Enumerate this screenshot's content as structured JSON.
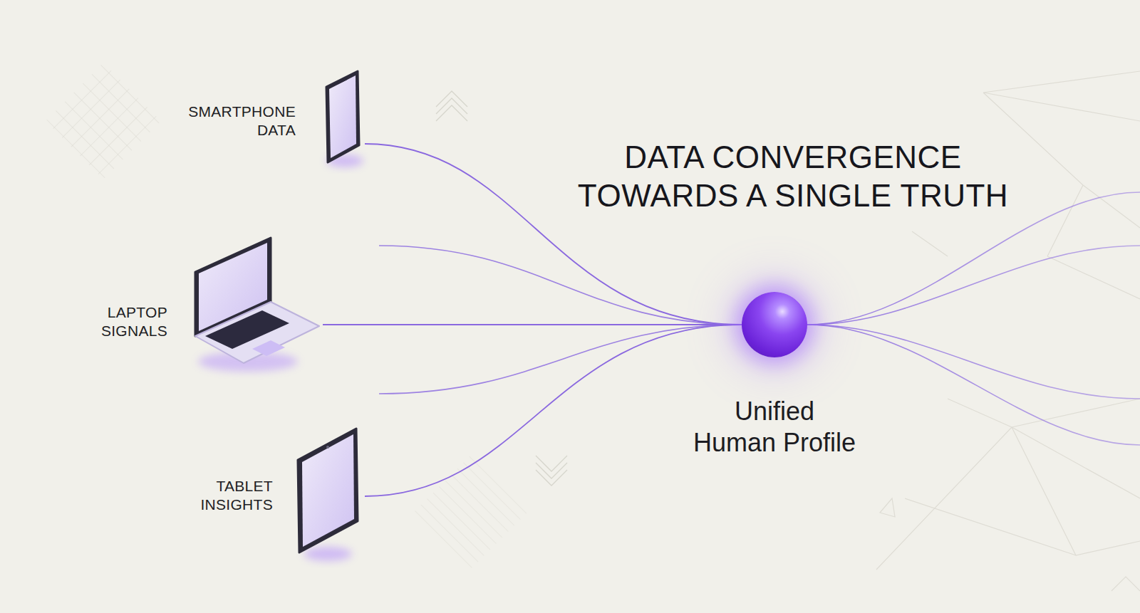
{
  "diagram": {
    "title": "DATA CONVERGENCE TOWARDS A SINGLE TRUTH",
    "nodes": [
      {
        "text": [
          "SMARTPHONE DATA"
        ]
      },
      {
        "text": [
          "LAPTOP SIGNALS"
        ]
      },
      {
        "text": [
          "TABLET INSIGHTS"
        ]
      },
      {
        "text": [
          "Unified Human Profile"
        ]
      }
    ],
    "edges": [
      {
        "from": 0,
        "to": 3,
        "arrow": "none"
      },
      {
        "from": 1,
        "to": 3,
        "arrow": "none"
      },
      {
        "from": 2,
        "to": 3,
        "arrow": "none"
      }
    ]
  }
}
